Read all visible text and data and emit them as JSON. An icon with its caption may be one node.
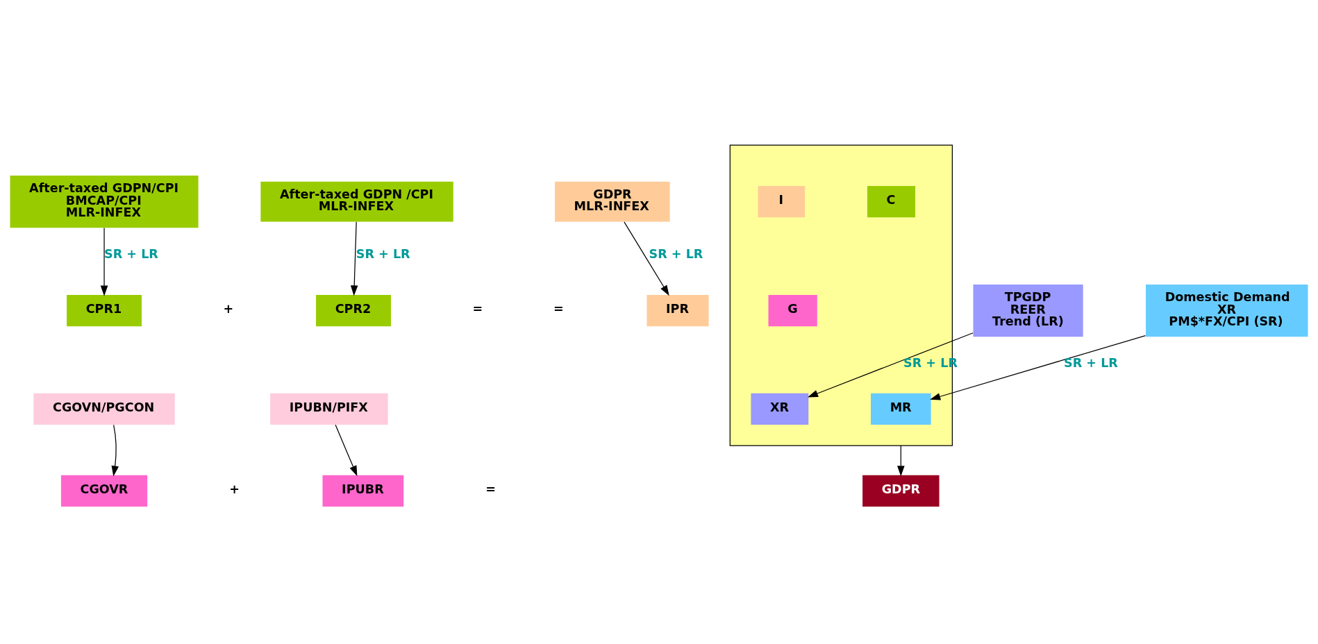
{
  "diagram": {
    "nodes": [
      {
        "text": [
          "After-taxed GDPN/CPI",
          "BMCAP/CPI",
          "MLR-INFEX"
        ]
      },
      {
        "text": [
          "After-taxed GDPN /CPI",
          "MLR-INFEX"
        ]
      },
      {
        "text": [
          "GDPR",
          "MLR-INFEX"
        ]
      },
      {
        "text": [
          "CPR1"
        ]
      },
      {
        "text": [
          "CPR2"
        ]
      },
      {
        "text": [],
        "shape": "box"
      },
      {
        "text": [
          "C"
        ],
        "in": 5
      },
      {
        "text": [
          "I"
        ],
        "in": 5
      },
      {
        "text": [
          "IPR"
        ]
      },
      {
        "text": [
          "CGOVN/PGCON"
        ]
      },
      {
        "text": [
          "IPUBN/PIFX"
        ]
      },
      {
        "text": [
          "CGOVR"
        ]
      },
      {
        "text": [
          "IPUBR"
        ]
      },
      {
        "text": [
          "G"
        ],
        "in": 5
      },
      {
        "text": [
          "TPGDP",
          "REER",
          "Trend (LR)"
        ]
      },
      {
        "text": [
          "XR"
        ],
        "in": 5
      },
      {
        "text": [
          "MR"
        ],
        "in": 5
      },
      {
        "text": [
          "Domestic Demand",
          "XR",
          "PM$*FX/CPI (SR)"
        ]
      },
      {
        "text": [
          "GDPR"
        ]
      }
    ],
    "edges": [
      {
        "from": 0,
        "to": 3,
        "arrow": "to",
        "label": "SR + LR"
      },
      {
        "from": 1,
        "to": 4,
        "arrow": "to",
        "label": "SR + LR"
      },
      {
        "from": 2,
        "to": 8,
        "arrow": "to",
        "label": "SR + LR"
      },
      {
        "from": 9,
        "to": 11,
        "arrow": "to"
      },
      {
        "from": 10,
        "to": 12,
        "arrow": "to"
      },
      {
        "from": 14,
        "to": 15,
        "arrow": "to",
        "label": "SR + LR"
      },
      {
        "from": 17,
        "to": 16,
        "arrow": "to",
        "label": "SR + LR"
      },
      {
        "from": 5,
        "to": 18,
        "arrow": "to"
      }
    ],
    "labels": [
      "+",
      "=",
      "=",
      "+",
      "="
    ]
  }
}
